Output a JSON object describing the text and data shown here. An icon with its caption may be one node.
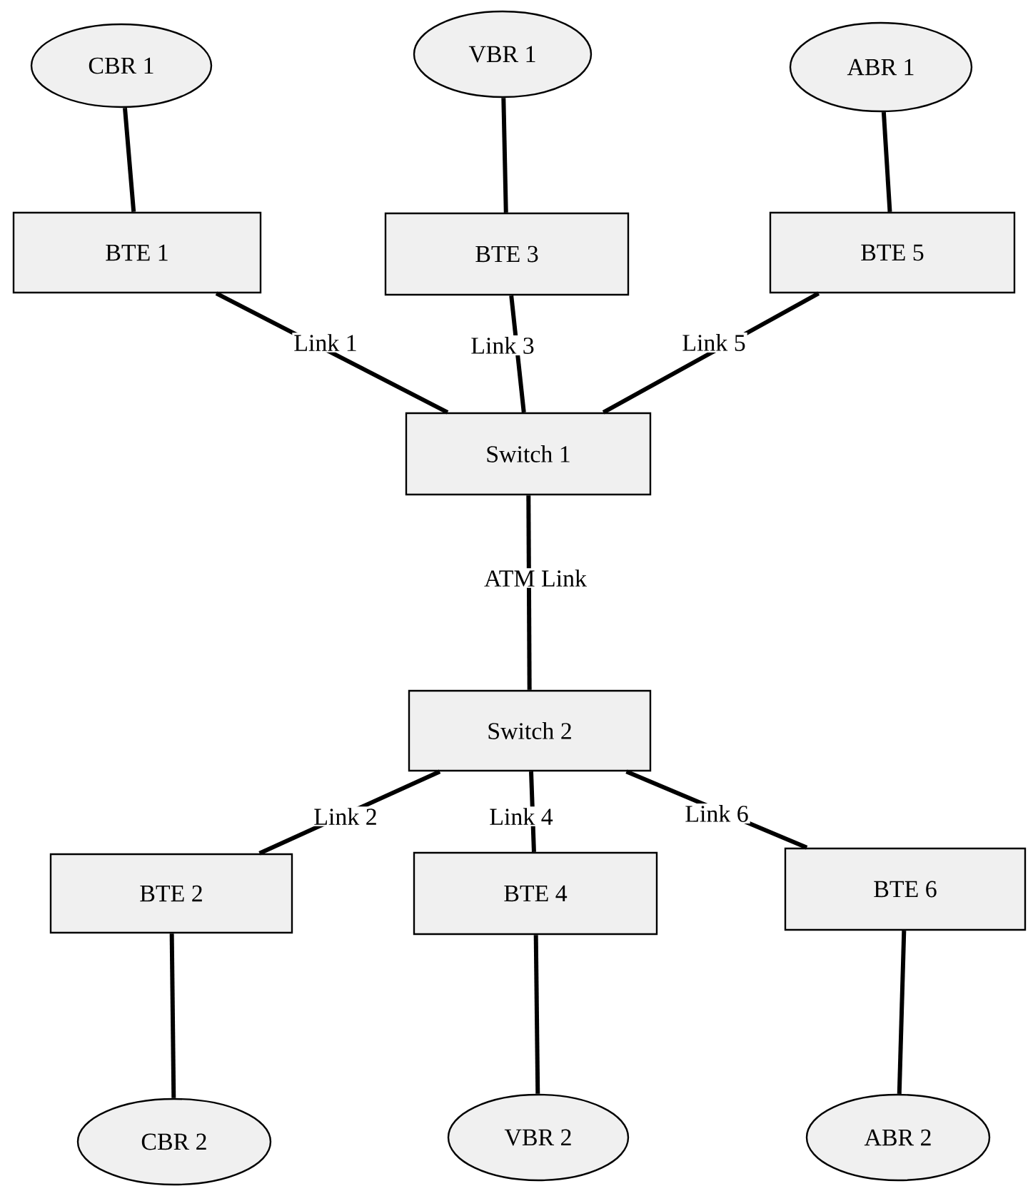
{
  "diagram": {
    "nodes": [
      {
        "text": [
          "CBR 1"
        ]
      },
      {
        "text": [
          "VBR 1"
        ]
      },
      {
        "text": [
          "ABR 1"
        ]
      },
      {
        "text": [
          "BTE 1"
        ]
      },
      {
        "text": [
          "BTE 3"
        ]
      },
      {
        "text": [
          "BTE 5"
        ]
      },
      {
        "text": [
          "Switch 1"
        ]
      },
      {
        "text": [
          "Switch 2"
        ]
      },
      {
        "text": [
          "BTE 2"
        ]
      },
      {
        "text": [
          "BTE 4"
        ]
      },
      {
        "text": [
          "BTE 6"
        ]
      },
      {
        "text": [
          "CBR 2"
        ]
      },
      {
        "text": [
          "VBR 2"
        ]
      },
      {
        "text": [
          "ABR 2"
        ]
      }
    ],
    "edges": [
      {
        "from": 0,
        "to": 3,
        "arrow": "none"
      },
      {
        "from": 1,
        "to": 4,
        "arrow": "none"
      },
      {
        "from": 2,
        "to": 5,
        "arrow": "none"
      },
      {
        "from": 3,
        "to": 6,
        "arrow": "none",
        "label": "Link 1"
      },
      {
        "from": 4,
        "to": 6,
        "arrow": "none",
        "label": "Link 3"
      },
      {
        "from": 5,
        "to": 6,
        "arrow": "none",
        "label": "Link 5"
      },
      {
        "from": 6,
        "to": 7,
        "arrow": "none",
        "label": "ATM Link"
      },
      {
        "from": 7,
        "to": 8,
        "arrow": "none",
        "label": "Link 2"
      },
      {
        "from": 7,
        "to": 9,
        "arrow": "none",
        "label": "Link 4"
      },
      {
        "from": 7,
        "to": 10,
        "arrow": "none",
        "label": "Link 6"
      },
      {
        "from": 8,
        "to": 11,
        "arrow": "none"
      },
      {
        "from": 9,
        "to": 12,
        "arrow": "none"
      },
      {
        "from": 10,
        "to": 13,
        "arrow": "none"
      }
    ]
  }
}
